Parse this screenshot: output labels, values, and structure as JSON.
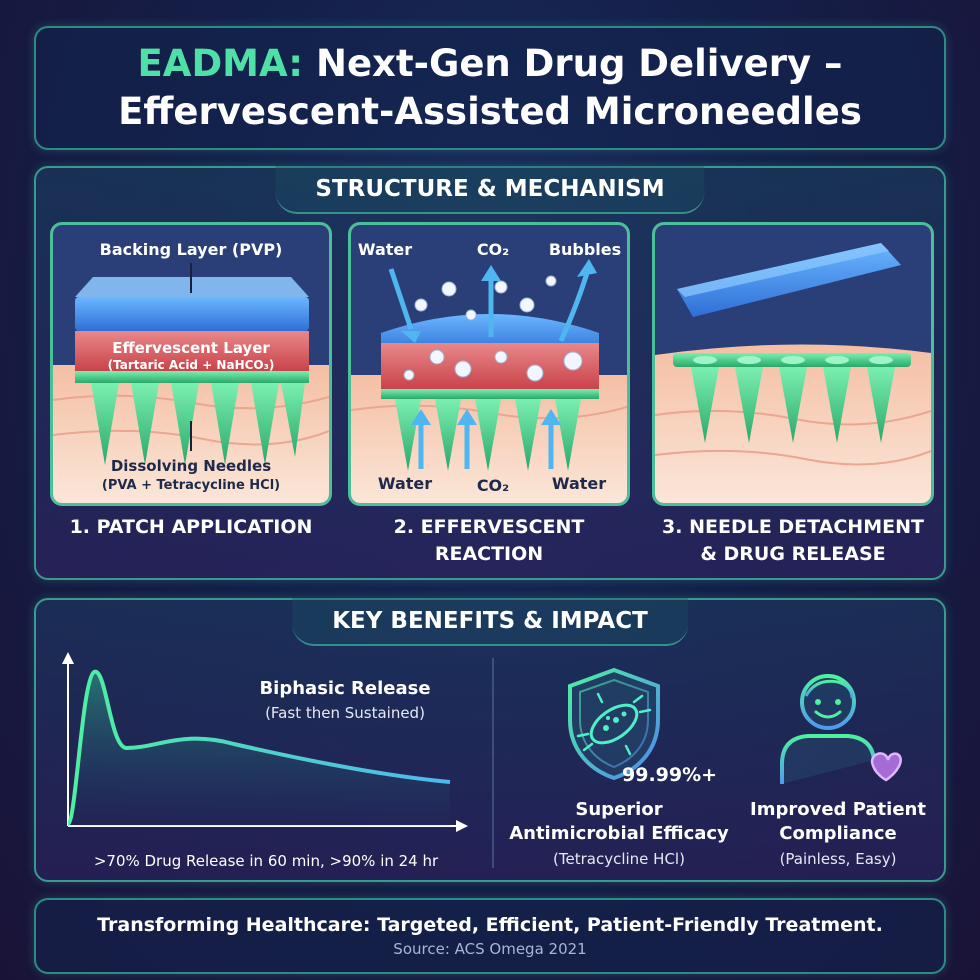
{
  "header": {
    "title_prefix": "EADMA:",
    "title_rest": "Next-Gen Drug Delivery –",
    "title_line2": "Effervescent-Assisted Microneedles"
  },
  "structure": {
    "heading": "STRUCTURE & MECHANISM",
    "stage1": {
      "backing_label": "Backing Layer (PVP)",
      "effervescent_label": "Effervescent Layer",
      "effervescent_sub": "(Tartaric Acid + NaHCO₃)",
      "needles_label": "Dissolving Needles",
      "needles_sub": "(PVA + Tetracycline HCl)",
      "caption": "1. PATCH APPLICATION"
    },
    "stage2": {
      "top_labels": [
        "Water",
        "CO₂",
        "Bubbles"
      ],
      "bottom_labels": [
        "Water",
        "CO₂",
        "Water"
      ],
      "caption_line1": "2. EFFERVESCENT",
      "caption_line2": "REACTION"
    },
    "stage3": {
      "caption_line1": "3. NEEDLE DETACHMENT",
      "caption_line2": "& DRUG RELEASE"
    }
  },
  "benefits": {
    "heading": "KEY BENEFITS & IMPACT",
    "chart": {
      "title": "Biphasic Release",
      "subtitle": "(Fast then Sustained)",
      "note": ">70% Drug Release in 60 min, >90% in 24 hr",
      "line_color": "#3fe6a0"
    },
    "antimicrobial": {
      "stat": "99.99%+",
      "title_line1": "Superior",
      "title_line2": "Antimicrobial Efficacy",
      "sub": "(Tetracycline HCl)",
      "icon": "shield-bacteria-icon"
    },
    "compliance": {
      "title_line1": "Improved Patient",
      "title_line2": "Compliance",
      "sub": "(Painless, Easy)",
      "icon": "patient-heart-icon"
    }
  },
  "footer": {
    "main": "Transforming Healthcare: Targeted, Efficient, Patient-Friendly Treatment.",
    "source": "Source: ACS Omega 2021"
  },
  "colors": {
    "accent": "#4fe0a8",
    "needle": "#3fbf7a",
    "backing": "#3b82e0",
    "effervescent": "#d9575a",
    "skin": "#f4c8b0"
  }
}
